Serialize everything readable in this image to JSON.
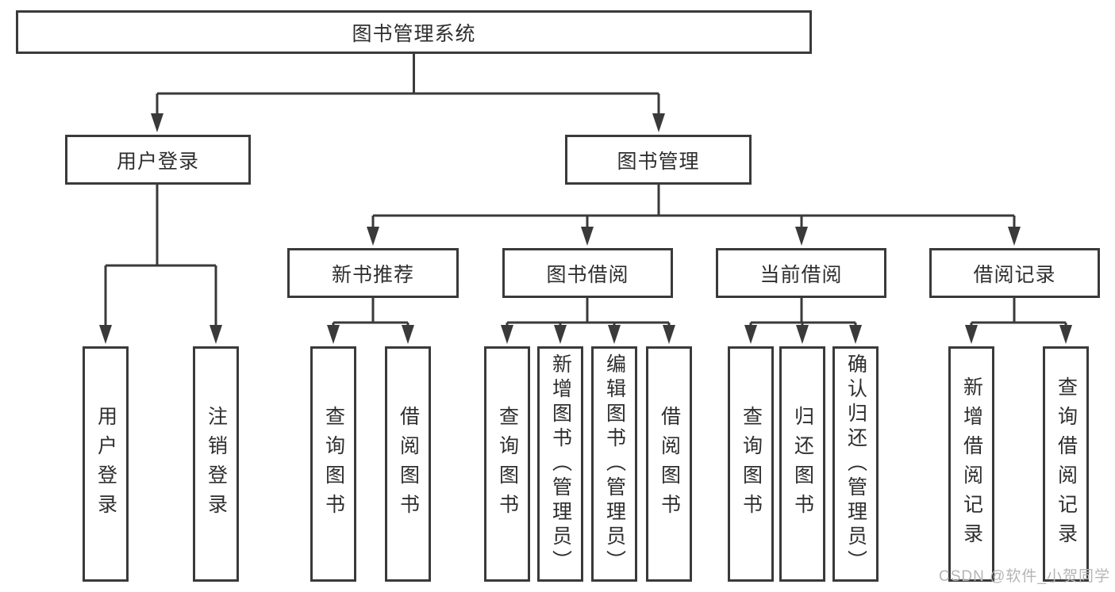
{
  "root": {
    "label": "图书管理系统"
  },
  "level2": [
    {
      "label": "用户登录"
    },
    {
      "label": "图书管理"
    }
  ],
  "level3": [
    {
      "label": "新书推荐"
    },
    {
      "label": "图书借阅"
    },
    {
      "label": "当前借阅"
    },
    {
      "label": "借阅记录"
    }
  ],
  "leaves": [
    {
      "label": "用户登录"
    },
    {
      "label": "注销登录"
    },
    {
      "label": "查询图书"
    },
    {
      "label": "借阅图书"
    },
    {
      "label": "查询图书"
    },
    {
      "label": "新增图书（管理员）"
    },
    {
      "label": "编辑图书（管理员）"
    },
    {
      "label": "借阅图书"
    },
    {
      "label": "查询图书"
    },
    {
      "label": "归还图书"
    },
    {
      "label": "确认归还（管理员）"
    },
    {
      "label": "新增借阅记录"
    },
    {
      "label": "查询借阅记录"
    }
  ],
  "watermark": "CSDN @软件_小贺同学",
  "colors": {
    "line": "#3a3a3a",
    "text": "#2e2e2e",
    "watermark": "#b5b5b5",
    "background": "#ffffff"
  }
}
